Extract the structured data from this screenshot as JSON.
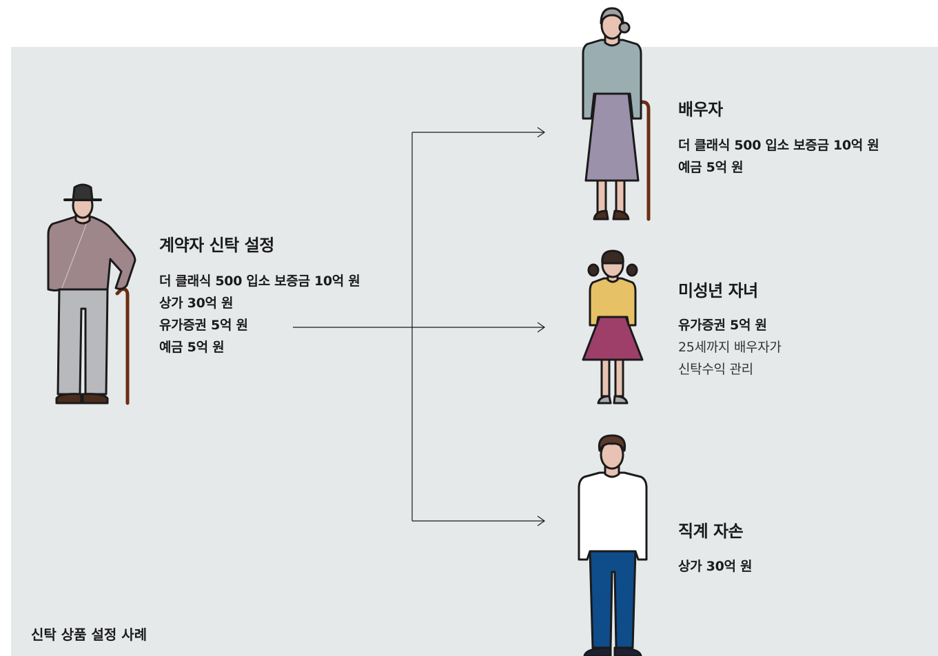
{
  "caption": "신탁 상품 설정 사례",
  "settlor": {
    "title": "계약자 신탁 설정",
    "assets": [
      "더 클래식 500 입소 보증금 10억 원",
      "상가 30억 원",
      "유가증권 5억 원",
      "예금 5억 원"
    ]
  },
  "spouse": {
    "title": "배우자",
    "assets": [
      "더 클래식 500 입소 보증금 10억 원",
      "예금 5억 원"
    ]
  },
  "minor_child": {
    "title": "미성년 자녀",
    "asset": "유가증권 5억 원",
    "notes": [
      "25세까지 배우자가",
      "신탁수익 관리"
    ]
  },
  "descendant": {
    "title": "직계 자손",
    "asset": "상가 30억 원"
  },
  "colors": {
    "panel": "#e6e9ea",
    "outline": "#1a1a1a",
    "cane": "#6b2e12"
  },
  "icons": [
    "elderly-man-icon",
    "elderly-woman-icon",
    "girl-icon",
    "young-man-icon",
    "arrow-icon"
  ]
}
